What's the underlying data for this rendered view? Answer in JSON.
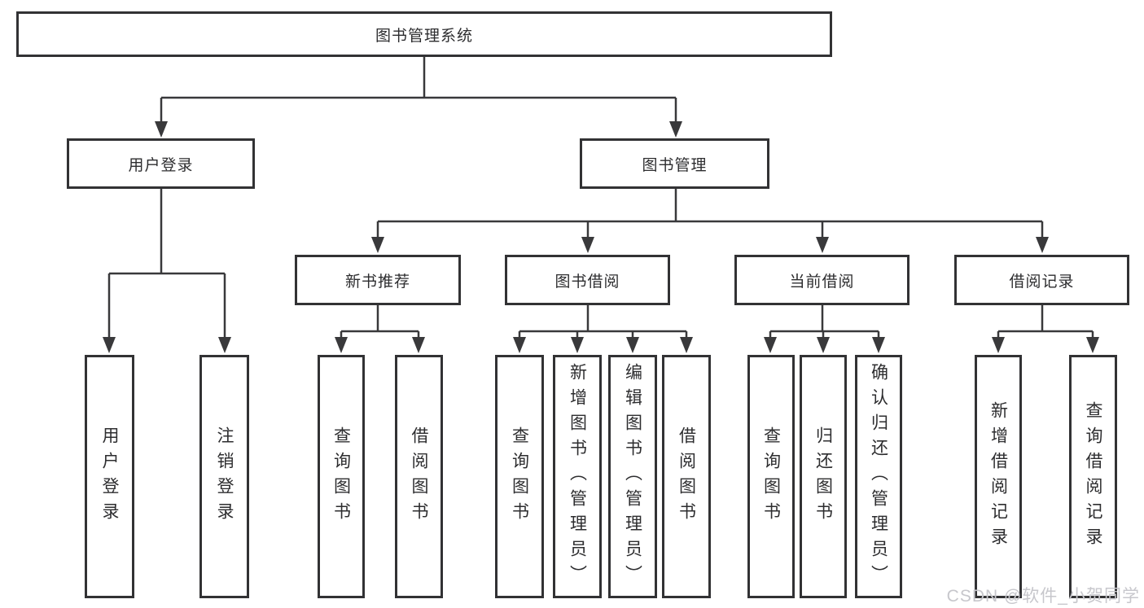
{
  "diagram": {
    "root": "图书管理系统",
    "user_login": {
      "label": "用户登录",
      "children": [
        "用户登录",
        "注销登录"
      ]
    },
    "book_management": {
      "label": "图书管理",
      "sections": [
        {
          "label": "新书推荐",
          "children": [
            "查询图书",
            "借阅图书"
          ]
        },
        {
          "label": "图书借阅",
          "children": [
            "查询图书",
            "新增图书（管理员）",
            "编辑图书（管理员）",
            "借阅图书"
          ]
        },
        {
          "label": "当前借阅",
          "children": [
            "查询图书",
            "归还图书",
            "确认归还（管理员）"
          ]
        },
        {
          "label": "借阅记录",
          "children": [
            "新增借阅记录",
            "查询借阅记录"
          ]
        }
      ]
    }
  },
  "watermark": "CSDN @软件_小贺同学",
  "colors": {
    "line": "#39393b",
    "box_border": "#323234",
    "text": "#2d2d2f",
    "watermark": "#c7c7cc",
    "background": "#ffffff"
  }
}
